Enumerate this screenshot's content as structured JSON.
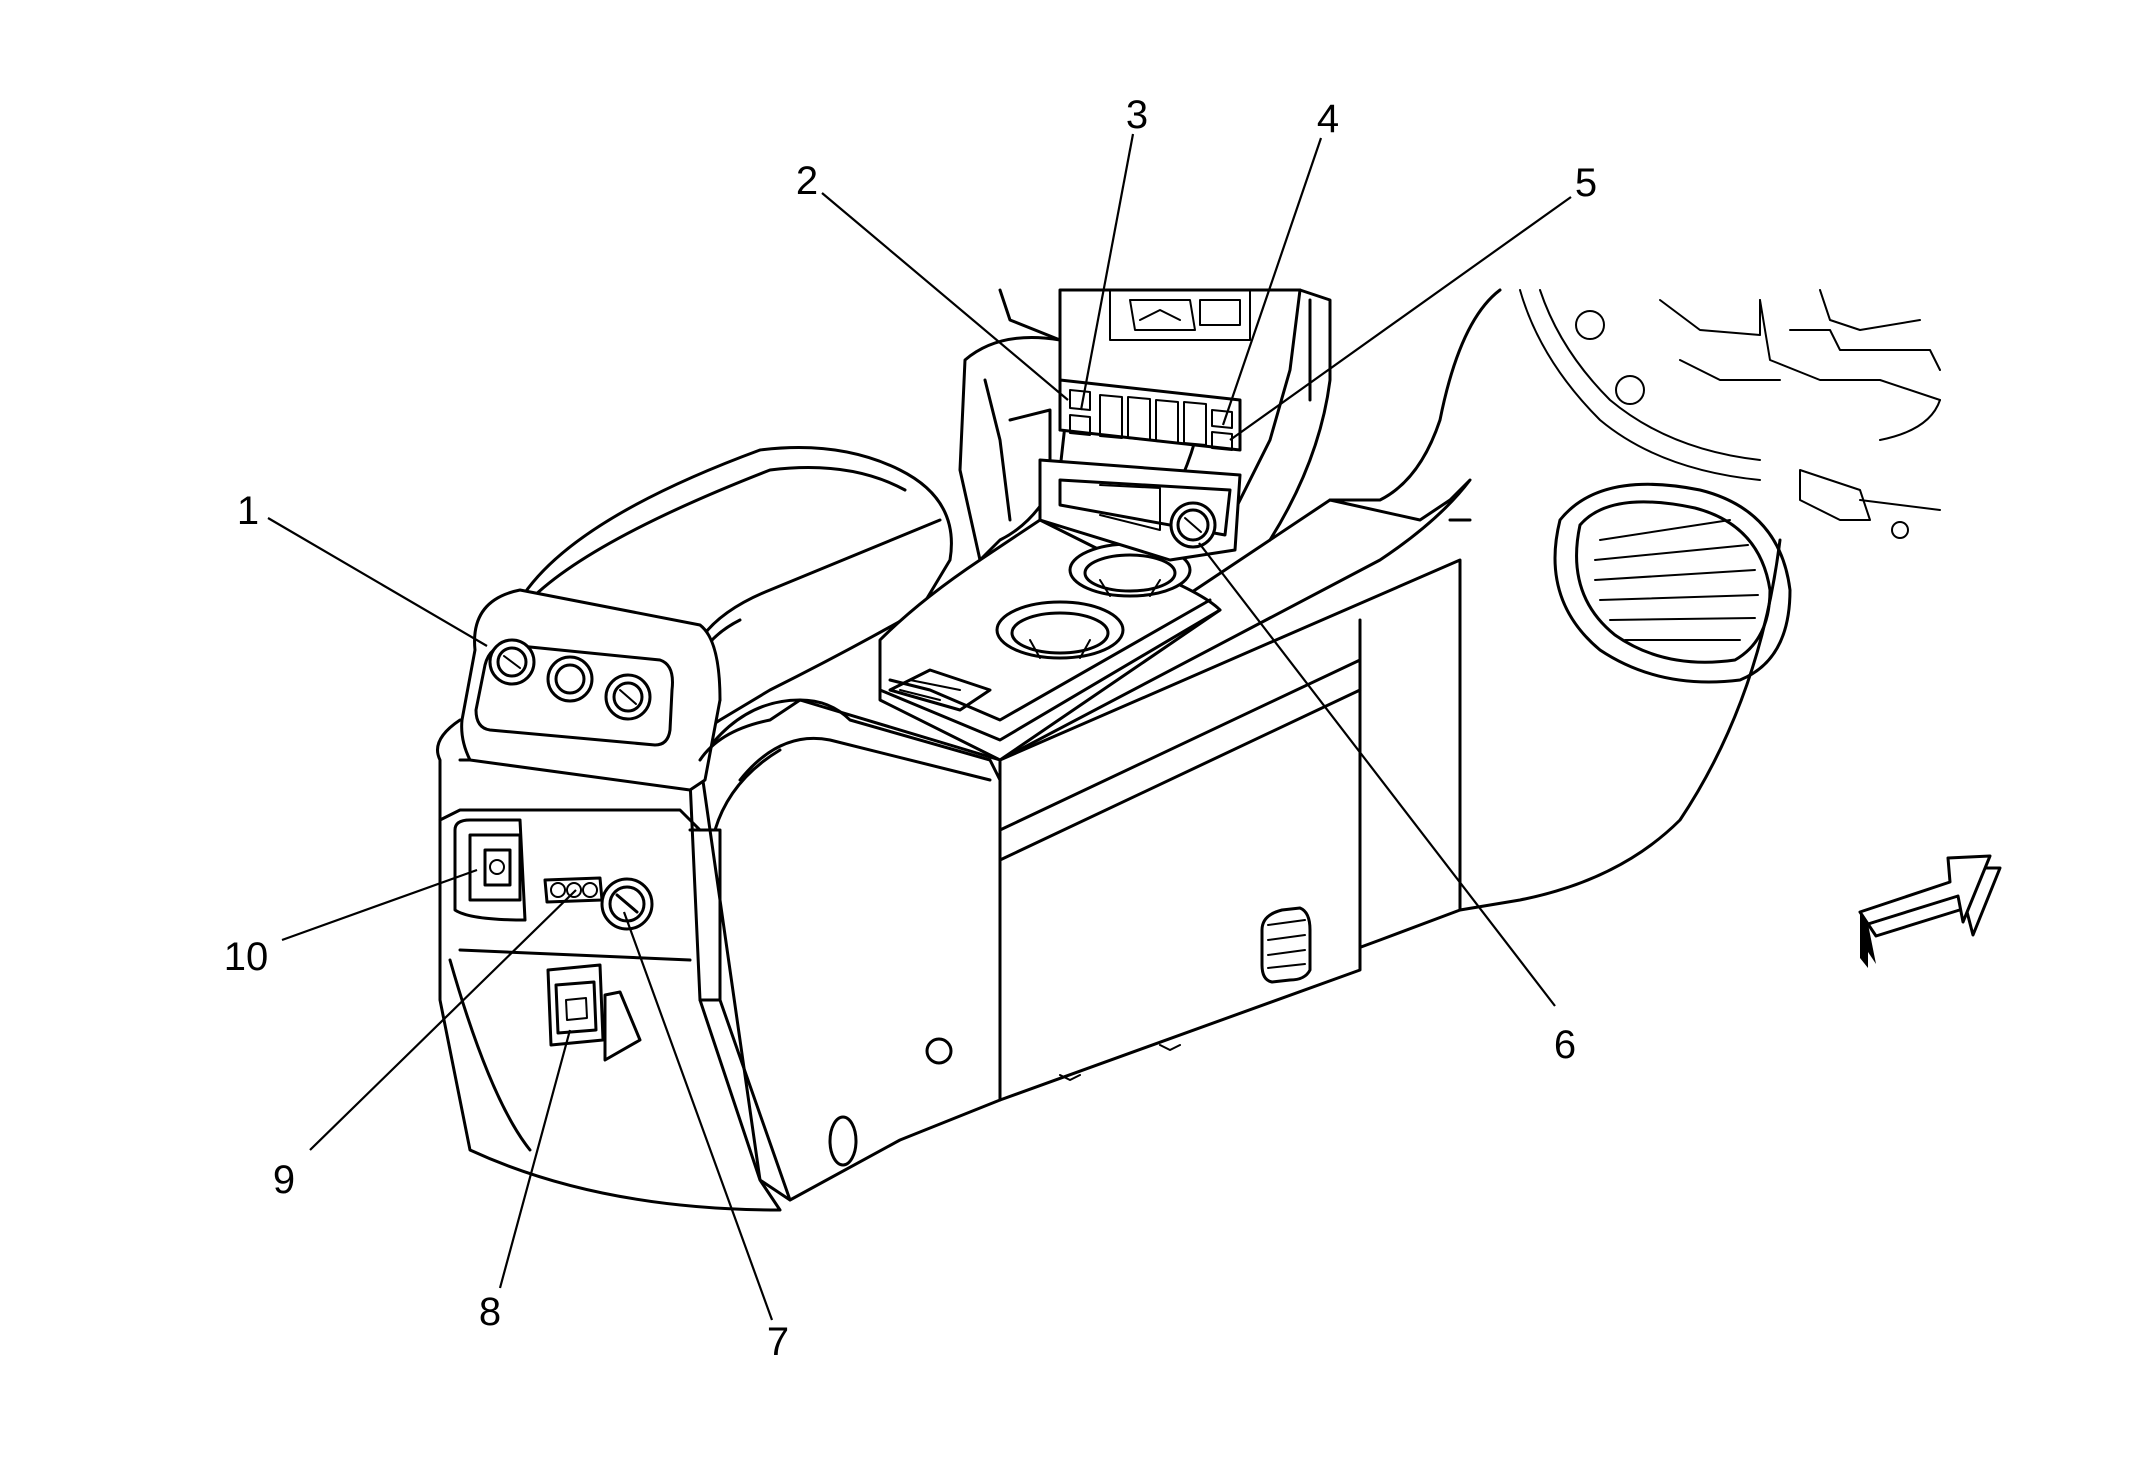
{
  "callouts": [
    "1",
    "2",
    "3",
    "4",
    "5",
    "6",
    "7",
    "8",
    "9",
    "10"
  ],
  "icons": {
    "arrow": "direction-arrow-icon"
  }
}
